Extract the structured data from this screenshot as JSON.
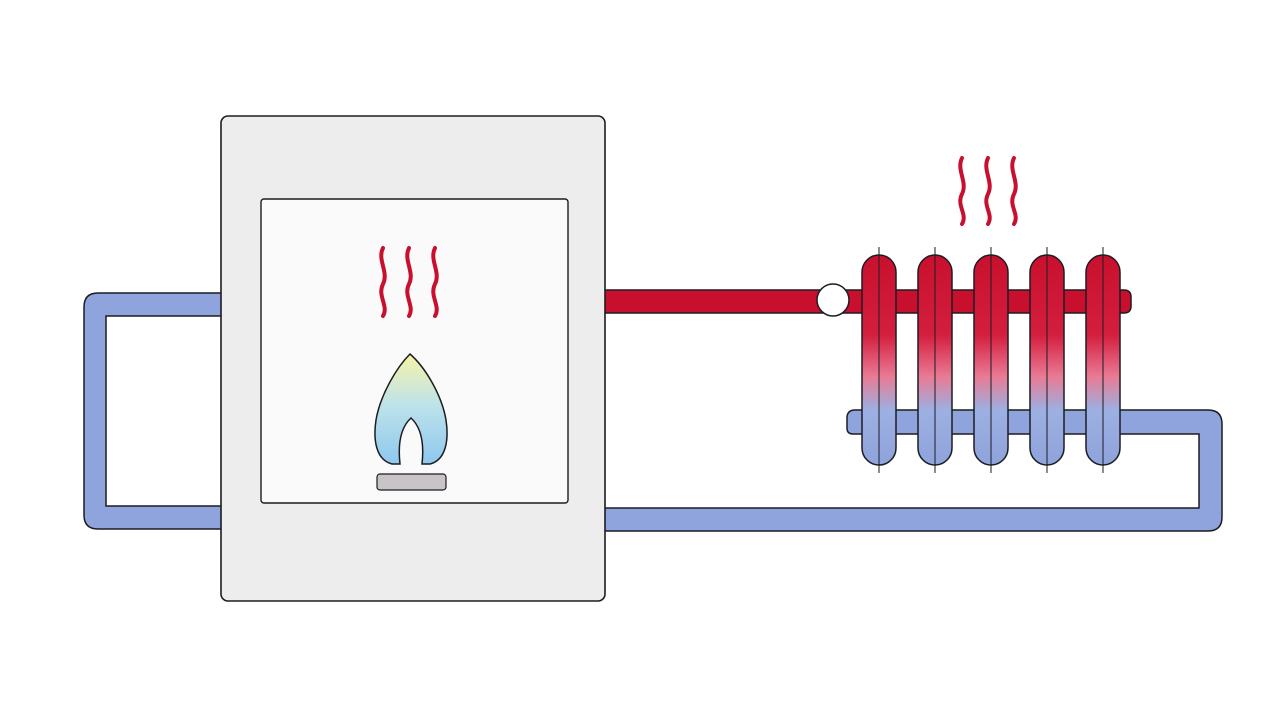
{
  "diagram": {
    "colors": {
      "background": "#ffffff",
      "outline": "#1c1c22",
      "hot_pipe": "#c8102e",
      "cold_pipe": "#8fa3dc",
      "boiler_body": "#ededed",
      "boiler_window": "#fafafa",
      "flame_top": "#f6f3a6",
      "flame_bottom": "#8ec8ee",
      "burner_base": "#c9c4c8",
      "valve": "#ffffff"
    },
    "components": {
      "boiler": {
        "icon": "boiler-icon"
      },
      "burner": {
        "icon": "gas-flame-icon"
      },
      "boiler_heat": {
        "icon": "heat-waves-icon",
        "count": 3
      },
      "radiator": {
        "icon": "radiator-icon",
        "columns": 5
      },
      "radiator_heat": {
        "icon": "heat-waves-icon",
        "count": 3
      },
      "valve": {
        "icon": "valve-icon"
      }
    }
  }
}
